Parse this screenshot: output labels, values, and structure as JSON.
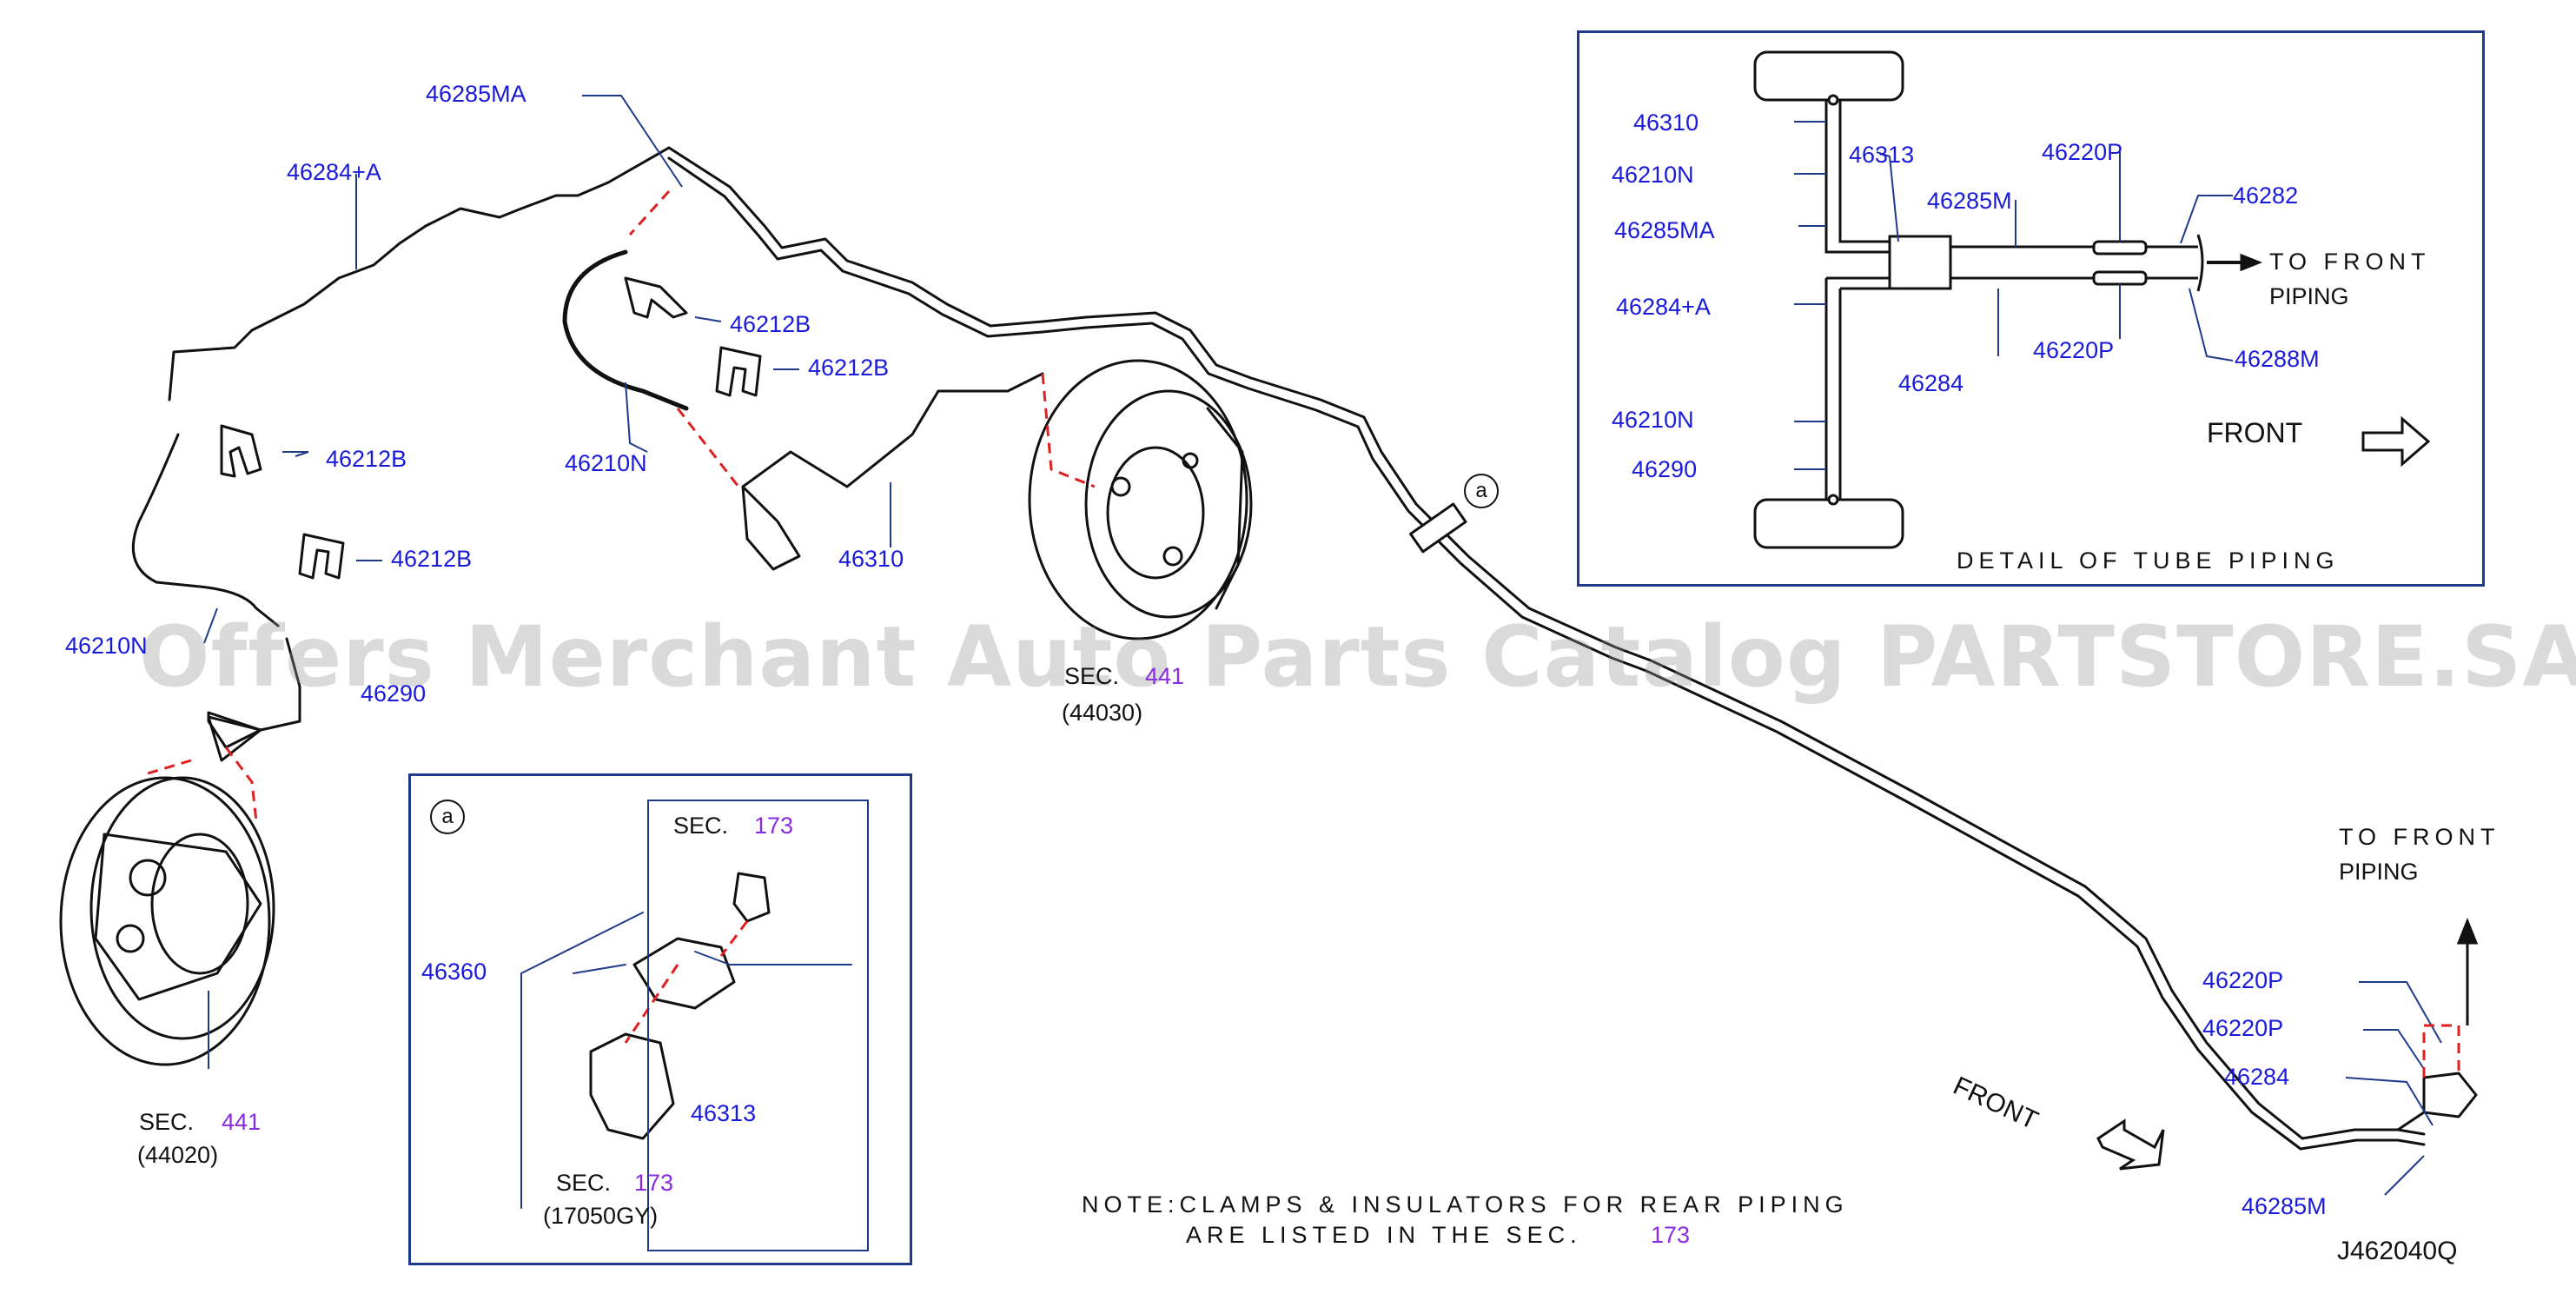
{
  "diagram_code": "J462040Q",
  "watermark": "Offers Merchant Auto Parts Catalog PARTSTORE.SA",
  "parts": {
    "p46285MA": "46285MA",
    "p46284A": "46284+A",
    "p46212B_1": "46212B",
    "p46212B_2": "46212B",
    "p46212B_3": "46212B",
    "p46212B_4": "46212B",
    "p46210N": "46210N",
    "p46210N_left": "46210N",
    "p46310": "46310",
    "p46290": "46290",
    "p46360": "46360",
    "p46313": "46313",
    "p46220P_1": "46220P",
    "p46220P_2": "46220P",
    "p46284": "46284",
    "p46285M": "46285M"
  },
  "sections": {
    "sec441_top": {
      "prefix": "SEC.",
      "number": "441",
      "code": "(44030)"
    },
    "sec441_left": {
      "prefix": "SEC.",
      "number": "441",
      "code": "(44020)"
    },
    "sec173_bolt": {
      "prefix": "SEC.",
      "number": "173"
    },
    "sec173_bracket": {
      "prefix": "SEC.",
      "number": "173",
      "code": "(17050GY)"
    }
  },
  "callout_letter": "a",
  "front_label": "FRONT",
  "to_front_piping": {
    "line1": "TO FRONT",
    "line2": "PIPING"
  },
  "note": {
    "line1": "NOTE:CLAMPS & INSULATORS FOR REAR PIPING",
    "line2": "ARE LISTED IN THE SEC.",
    "number": "173"
  },
  "detail": {
    "title": "DETAIL OF TUBE PIPING",
    "front": "FRONT",
    "to_front": {
      "line1": "TO FRONT",
      "line2": "PIPING"
    },
    "labels": {
      "d46310": "46310",
      "d46210N_top": "46210N",
      "d46285MA": "46285MA",
      "d46284A": "46284+A",
      "d46210N_bottom": "46210N",
      "d46290": "46290",
      "d46313": "46313",
      "d46285M": "46285M",
      "d46220P_top": "46220P",
      "d46282": "46282",
      "d46220P_bottom": "46220P",
      "d46288M": "46288M",
      "d46284": "46284"
    }
  },
  "colors": {
    "label": "#1a1adb",
    "section_number": "#8a2be2",
    "box_border": "#1f3a8a",
    "dash": "#e02020",
    "line": "#111111"
  }
}
